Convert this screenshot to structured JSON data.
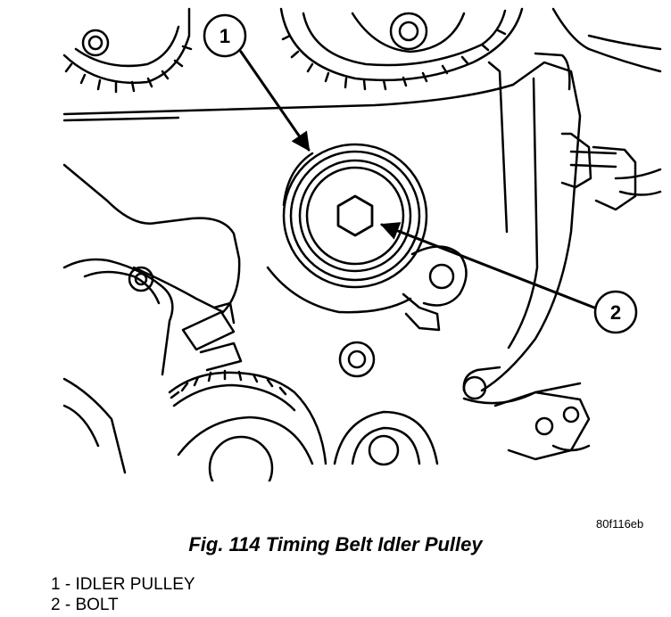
{
  "figure": {
    "code": "80f116eb",
    "caption": "Fig. 114 Timing Belt Idler Pulley"
  },
  "callouts": [
    {
      "number": "1",
      "label": "IDLER PULLEY"
    },
    {
      "number": "2",
      "label": "BOLT"
    }
  ],
  "legend": [
    {
      "text": "1 - IDLER PULLEY"
    },
    {
      "text": "2 - BOLT"
    }
  ]
}
